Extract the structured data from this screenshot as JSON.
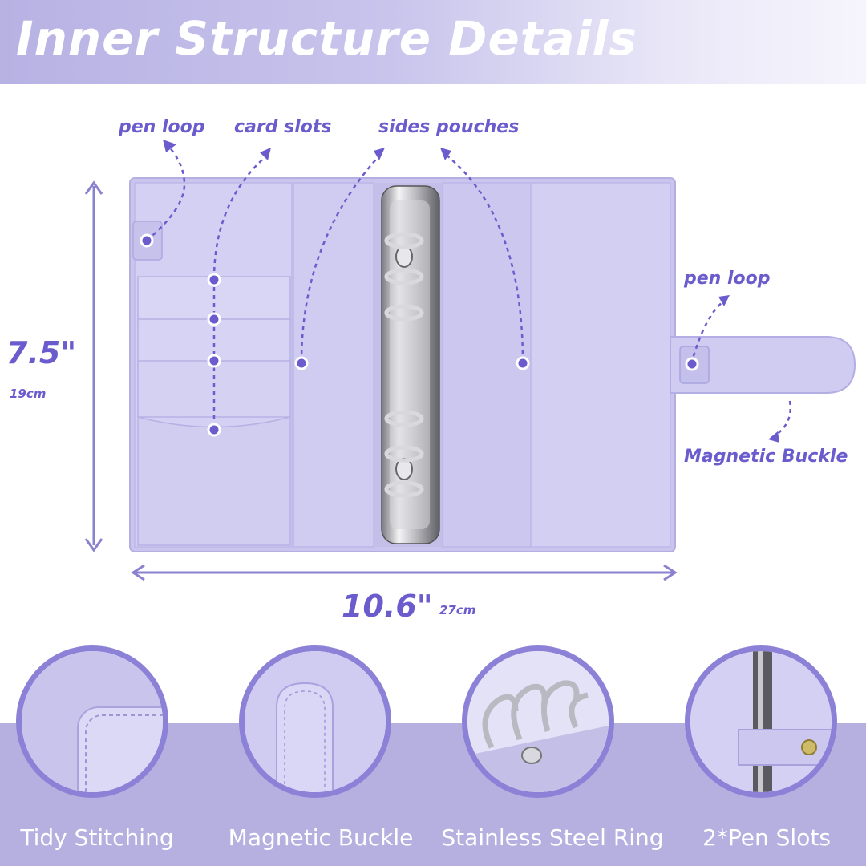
{
  "title": "Inner Structure Details",
  "callouts": {
    "pen_loop_left": "pen loop",
    "card_slots": "card slots",
    "sides_pouches": "sides pouches",
    "pen_loop_right": "pen loop",
    "magnetic_buckle": "Magnetic Buckle"
  },
  "dimensions": {
    "height_in": "7.5\"",
    "height_cm": "19cm",
    "width_in": "10.6\"",
    "width_cm": "27cm"
  },
  "features": [
    {
      "label": "Tidy Stitching"
    },
    {
      "label": "Magnetic Buckle"
    },
    {
      "label": "Stainless Steel Ring"
    },
    {
      "label": "2*Pen Slots"
    }
  ],
  "colors": {
    "accent": "#6a5ccd",
    "binder": "#cbc7ef",
    "band": "#b5b0e0"
  }
}
